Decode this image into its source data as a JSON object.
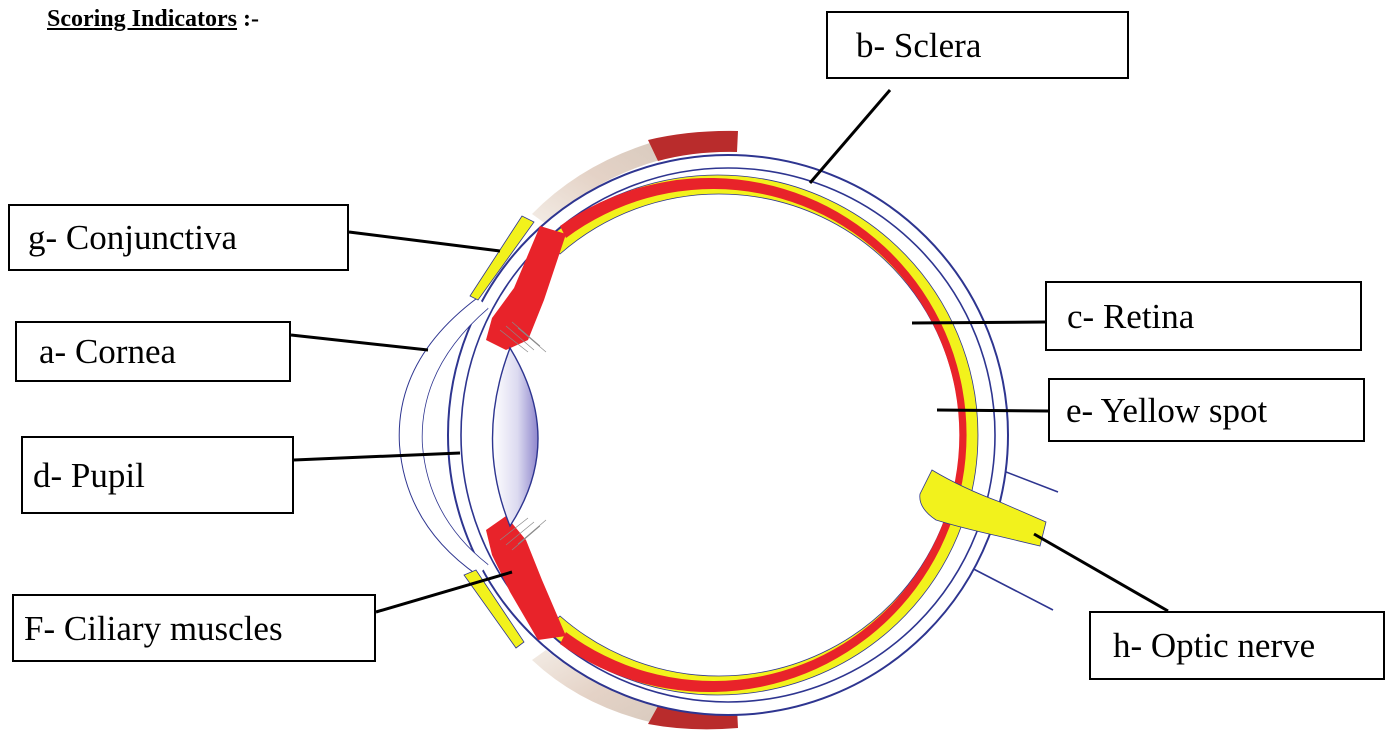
{
  "heading": {
    "text": "Scoring Indicators",
    "suffix": " :-"
  },
  "labels": {
    "b": "b-  Sclera",
    "g": "g- Conjunctiva",
    "a": "a- Cornea",
    "d": "d- Pupil",
    "f": "F- Ciliary muscles",
    "c": "c- Retina",
    "e": "e- Yellow spot",
    "h": "h-  Optic nerve"
  },
  "colors": {
    "outline": "#2e3590",
    "choroid_red": "#e8232a",
    "retina_yellow": "#f2f21c",
    "muscle_red": "#b92c2c",
    "lens_shade": "#8e86cc"
  }
}
